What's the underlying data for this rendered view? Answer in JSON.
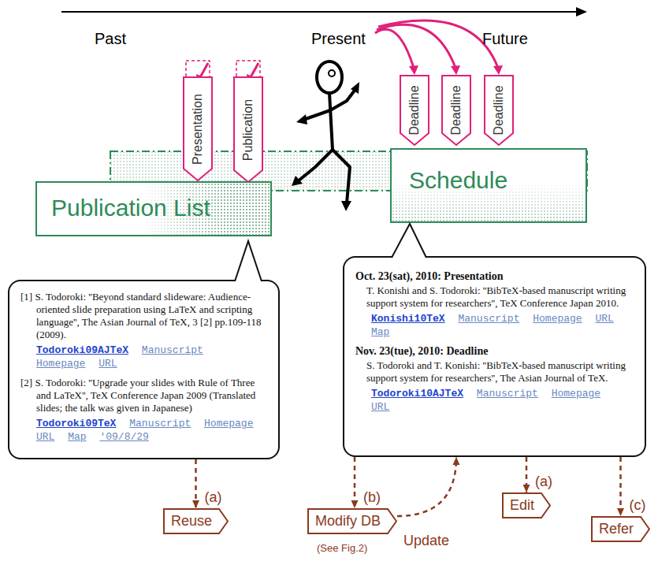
{
  "diagram": {
    "nodes": [
      {
        "text": [
          "Presentation"
        ]
      },
      {
        "text": [
          "Publication"
        ]
      },
      {
        "text": [
          "Deadline"
        ]
      },
      {
        "text": [
          "Deadline"
        ]
      },
      {
        "text": [
          "Deadline"
        ]
      },
      {
        "text": [
          "Publication List"
        ]
      },
      {
        "text": [
          "Schedule"
        ]
      },
      {
        "text": [
          "[1] S. Todoroki: ''Beyond standard slideware: Audience-oriented slide preparation using LaTeX and scripting language'', The Asian Journal of TeX, 3 [2] pp.109-118 (2009).",
          "Todoroki09AJTeX",
          "Manuscript",
          "Homepage",
          "URL",
          "[2] S. Todoroki: ''Upgrade your slides with Rule of Three and LaTeX'', TeX Conference Japan 2009 (Translated slides; the talk was given in Japanese)",
          "Todoroki09TeX",
          "Manuscript",
          "Homepage",
          "URL",
          "Map",
          "'09/8/29"
        ]
      },
      {
        "text": [
          "Oct. 23(sat), 2010: Presentation",
          "T. Konishi and S. Todoroki: ''BibTeX-based manuscript writing support system for researchers'', TeX Conference Japan 2010.",
          "Konishi10TeX",
          "Manuscript",
          "Homepage",
          "URL",
          "Map",
          "Nov. 23(tue), 2010: Deadline",
          "S. Todoroki and T. Konishi: ''BibTeX-based manuscript writing support system for researchers'', The Asian Journal of TeX.",
          "Todoroki10AJTeX",
          "Manuscript",
          "Homepage",
          "URL"
        ]
      },
      {
        "text": [
          "Reuse"
        ]
      },
      {
        "text": [
          "Modify DB"
        ]
      },
      {
        "text": [
          "Edit"
        ]
      },
      {
        "text": [
          "Refer"
        ]
      }
    ],
    "edges": [
      {
        "from": 7,
        "to": 9,
        "arrow": "to",
        "label": "(a)"
      },
      {
        "from": 8,
        "to": 10,
        "arrow": "to",
        "label": "(b)"
      },
      {
        "from": 8,
        "to": 11,
        "arrow": "to",
        "label": "(a)"
      },
      {
        "from": 8,
        "to": 12,
        "arrow": "to",
        "label": "(c)"
      },
      {
        "from": 10,
        "to": 8,
        "arrow": "to",
        "label": "Update"
      }
    ],
    "labels": [
      "Past",
      "Present",
      "Future",
      "(See Fig.2)"
    ]
  }
}
